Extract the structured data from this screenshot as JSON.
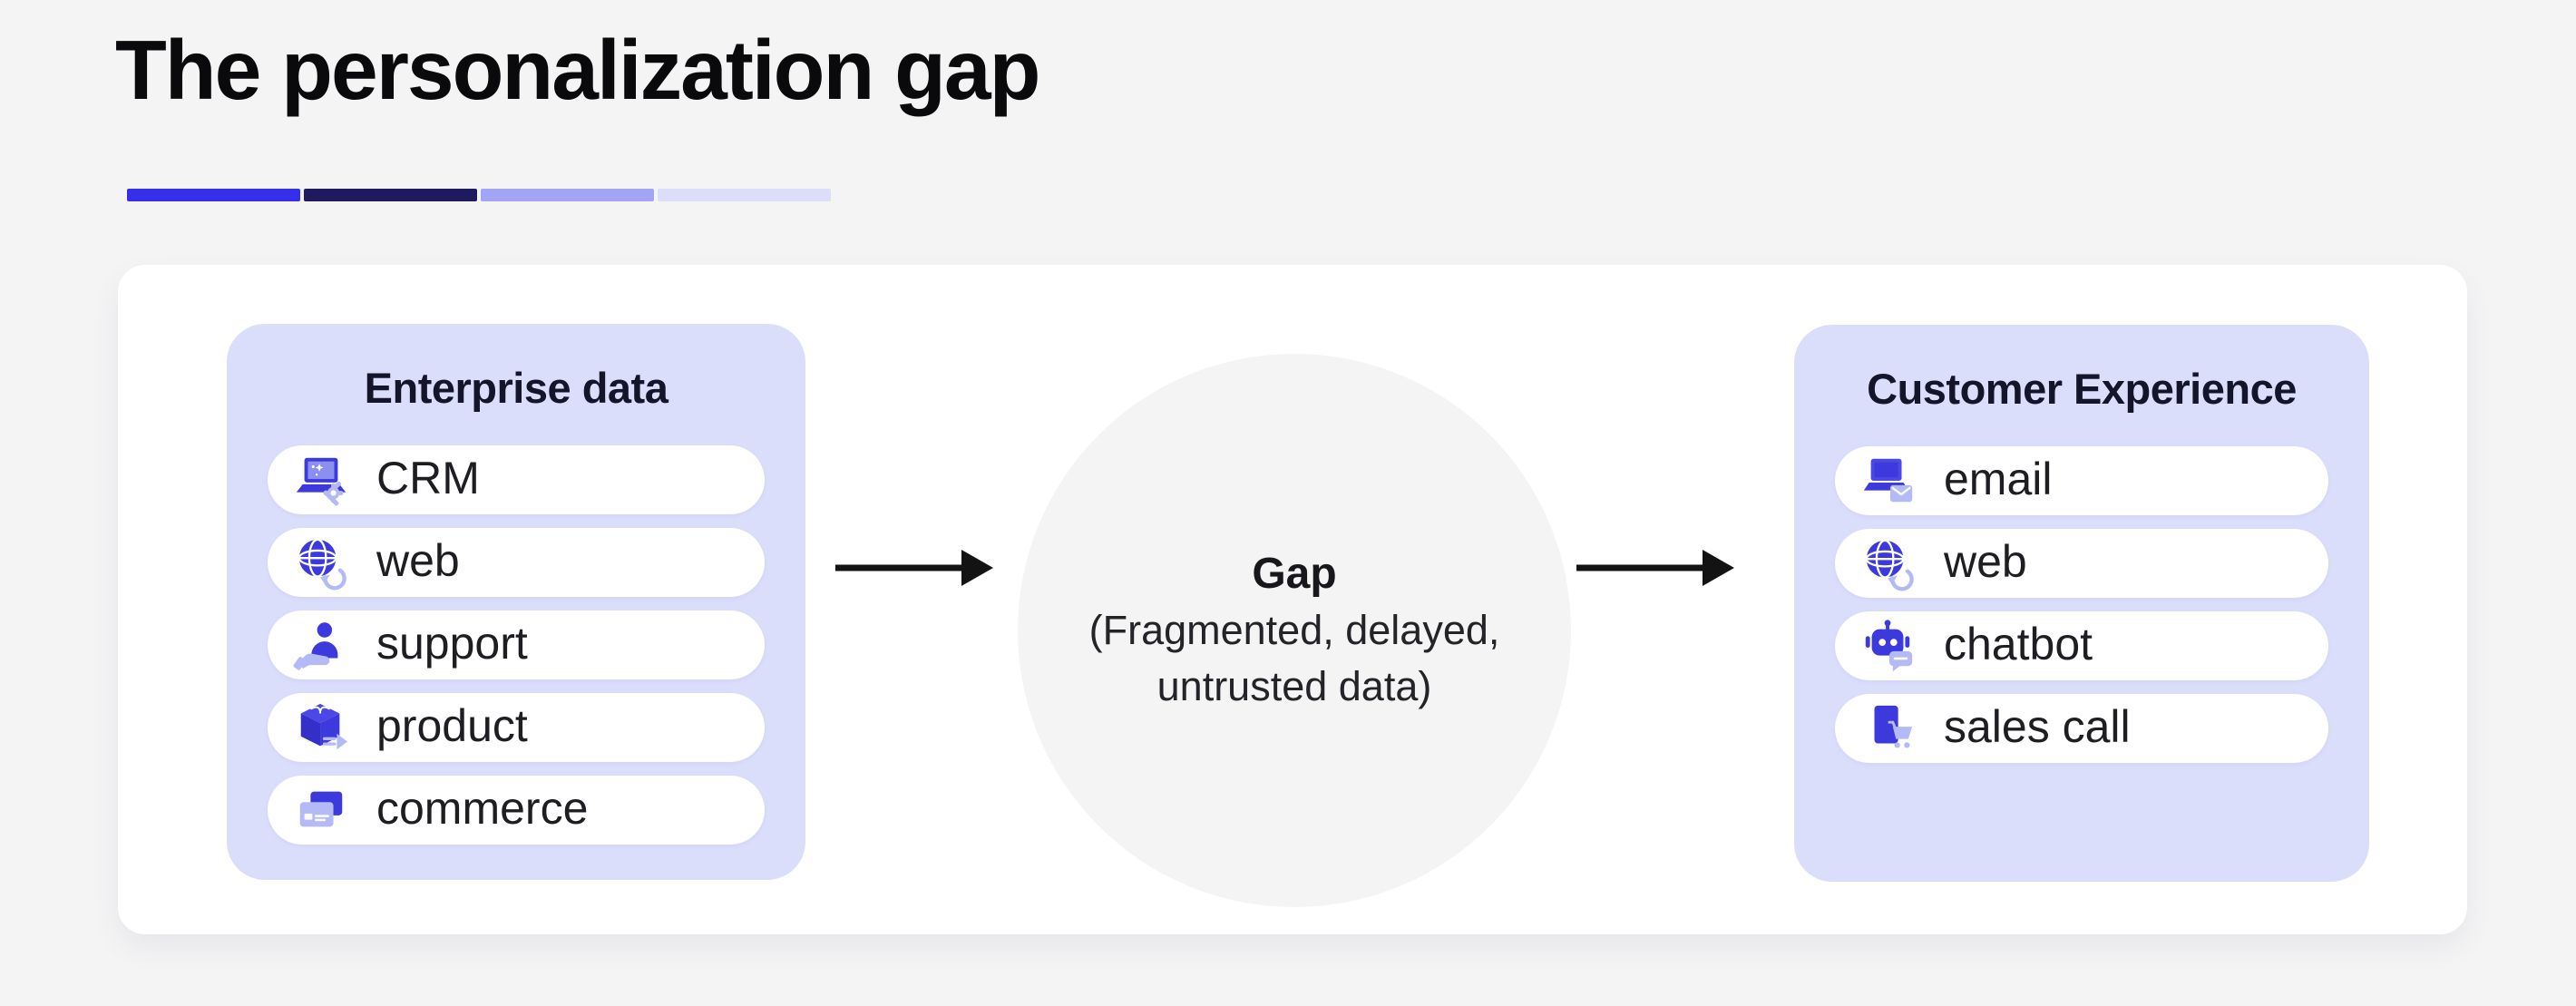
{
  "title": "The personalization gap",
  "accent_bar": {
    "colors": [
      "#3430ea",
      "#1f1a60",
      "#a2a5f6",
      "#dcddf9"
    ]
  },
  "panels": {
    "left": {
      "title": "Enterprise data",
      "items": [
        {
          "label": "CRM",
          "icon": "crm-icon"
        },
        {
          "label": "web",
          "icon": "web-icon"
        },
        {
          "label": "support",
          "icon": "support-icon"
        },
        {
          "label": "product",
          "icon": "product-icon"
        },
        {
          "label": "commerce",
          "icon": "commerce-icon"
        }
      ]
    },
    "right": {
      "title": "Customer Experience",
      "items": [
        {
          "label": "email",
          "icon": "email-icon"
        },
        {
          "label": "web",
          "icon": "web-icon"
        },
        {
          "label": "chatbot",
          "icon": "chatbot-icon"
        },
        {
          "label": "sales call",
          "icon": "sales-call-icon"
        }
      ]
    }
  },
  "gap_circle": {
    "title": "Gap",
    "subtitle_line1": "(Fragmented, delayed,",
    "subtitle_line2": "untrusted data)"
  },
  "colors": {
    "page_bg": "#f4f4f5",
    "card_bg": "#ffffff",
    "panel_bg": "#dbdefb",
    "pill_bg": "#ffffff",
    "icon_primary": "#3d3add",
    "icon_secondary": "#b4baf5",
    "circle_bg": "#f4f4f5",
    "arrow": "#131313",
    "title_text": "#0a0a0d",
    "panel_title_text": "#14142b",
    "item_text": "#1d1d22"
  }
}
